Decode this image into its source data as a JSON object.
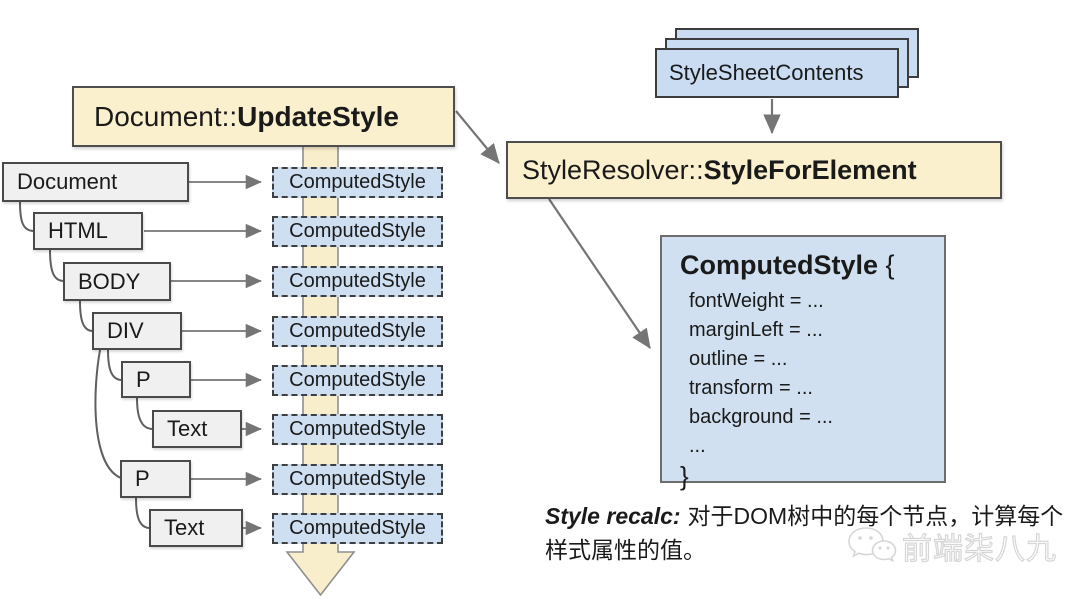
{
  "update_style_box": {
    "prefix": "Document::",
    "method": "UpdateStyle"
  },
  "style_resolver_box": {
    "prefix": "StyleResolver::",
    "method": "StyleForElement"
  },
  "stylesheet_stack": {
    "label": "StyleSheetContents"
  },
  "dom_tree": {
    "nodes": [
      {
        "label": "Document"
      },
      {
        "label": "HTML"
      },
      {
        "label": "BODY"
      },
      {
        "label": "DIV"
      },
      {
        "label": "P"
      },
      {
        "label": "Text"
      },
      {
        "label": "P"
      },
      {
        "label": "Text"
      }
    ]
  },
  "computed_column": {
    "label": "ComputedStyle",
    "count": 8
  },
  "computed_style_panel": {
    "title": "ComputedStyle",
    "brace_open": "{",
    "properties": [
      "fontWeight = ...",
      "marginLeft = ...",
      "outline = ...",
      "transform = ...",
      "background = ...",
      "..."
    ],
    "brace_close": "}"
  },
  "caption": {
    "lead": "Style recalc:",
    "body": "对于DOM树中的每个节点，计算每个样式属性的值。"
  },
  "watermark": {
    "text": "前端柒八九"
  },
  "colors": {
    "box_yellow": "#fbf0cd",
    "band_yellow": "#f8eecb",
    "box_blue_dashed": "#cfdff2",
    "panel_blue": "#d0e0f1",
    "stack_blue": "#c9dcf1",
    "node_gray": "#f0f0f0",
    "arrow_gray": "#757575"
  }
}
